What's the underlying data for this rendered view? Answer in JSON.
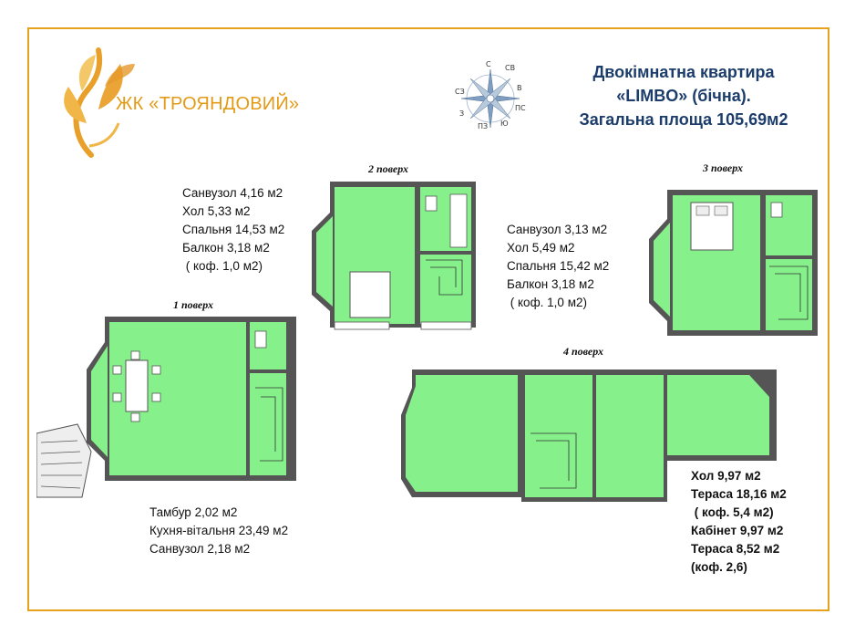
{
  "logo": {
    "text": "ЖК «ТРОЯНДОВИЙ»"
  },
  "title": {
    "line1": "Двокімнатна квартира",
    "line2": "«LIMBO» (бічна).",
    "line3": "Загальна площа 105,69м2"
  },
  "compass": {
    "letters": [
      "С",
      "СВ",
      "В",
      "ПС",
      "Ю",
      "ПЗ",
      "З",
      "СЗ"
    ]
  },
  "floors": {
    "f1": {
      "label": "1 поверх"
    },
    "f2": {
      "label": "2 поверх"
    },
    "f3": {
      "label": "3 поверх"
    },
    "f4": {
      "label": "4 поверх"
    }
  },
  "areas": {
    "f2": [
      "Санвузол 4,16 м2",
      "Хол 5,33 м2",
      "Спальня 14,53 м2",
      "Балкон 3,18 м2",
      " ( коф. 1,0 м2)"
    ],
    "f3": [
      "Санвузол 3,13 м2",
      "Хол 5,49 м2",
      "Спальня 15,42 м2",
      "Балкон 3,18 м2",
      " ( коф. 1,0 м2)"
    ],
    "f1": [
      "Тамбур 2,02 м2",
      "Кухня-вітальня 23,49 м2",
      "Санвузол 2,18 м2"
    ],
    "f4": [
      "Хол 9,97 м2",
      "Тераса 18,16 м2",
      " ( коф. 5,4 м2)",
      "Кабінет 9,97 м2",
      "Тераса 8,52 м2",
      "(коф. 2,6)"
    ]
  },
  "colors": {
    "room": "#86f08b",
    "wall": "#6c6c6c",
    "accent": "#e6a21c",
    "title": "#1c3d6b"
  }
}
